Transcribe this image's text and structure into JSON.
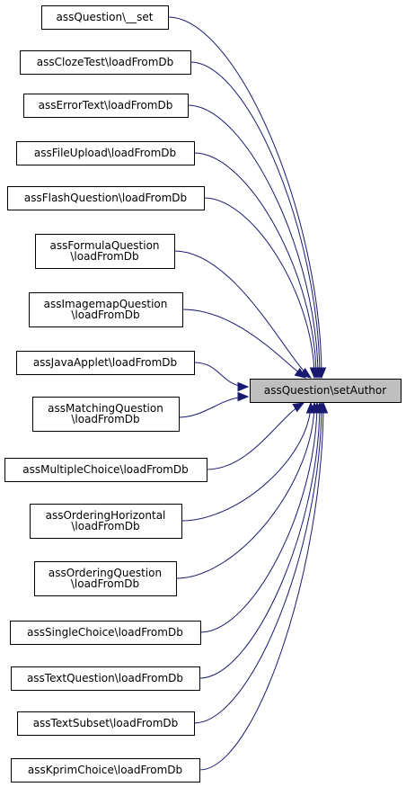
{
  "diagram": {
    "target": {
      "id": "setAuthor",
      "lines": [
        "assQuestion\\setAuthor"
      ]
    },
    "callers": [
      {
        "id": "c01",
        "lines": [
          "assQuestion\\__set"
        ]
      },
      {
        "id": "c02",
        "lines": [
          "assClozeTest\\loadFromDb"
        ]
      },
      {
        "id": "c03",
        "lines": [
          "assErrorText\\loadFromDb"
        ]
      },
      {
        "id": "c04",
        "lines": [
          "assFileUpload\\loadFromDb"
        ]
      },
      {
        "id": "c05",
        "lines": [
          "assFlashQuestion\\loadFromDb"
        ]
      },
      {
        "id": "c06",
        "lines": [
          "assFormulaQuestion",
          "\\loadFromDb"
        ]
      },
      {
        "id": "c07",
        "lines": [
          "assImagemapQuestion",
          "\\loadFromDb"
        ]
      },
      {
        "id": "c08",
        "lines": [
          "assJavaApplet\\loadFromDb"
        ]
      },
      {
        "id": "c09",
        "lines": [
          "assMatchingQuestion",
          "\\loadFromDb"
        ]
      },
      {
        "id": "c10",
        "lines": [
          "assMultipleChoice\\loadFromDb"
        ]
      },
      {
        "id": "c11",
        "lines": [
          "assOrderingHorizontal",
          "\\loadFromDb"
        ]
      },
      {
        "id": "c12",
        "lines": [
          "assOrderingQuestion",
          "\\loadFromDb"
        ]
      },
      {
        "id": "c13",
        "lines": [
          "assSingleChoice\\loadFromDb"
        ]
      },
      {
        "id": "c14",
        "lines": [
          "assTextQuestion\\loadFromDb"
        ]
      },
      {
        "id": "c15",
        "lines": [
          "assTextSubset\\loadFromDb"
        ]
      },
      {
        "id": "c16",
        "lines": [
          "assKprimChoice\\loadFromDb"
        ]
      }
    ],
    "colors": {
      "edge": "#191970",
      "target_fill": "#bfbfbf",
      "node_fill": "#ffffff",
      "node_border": "#000000"
    }
  }
}
